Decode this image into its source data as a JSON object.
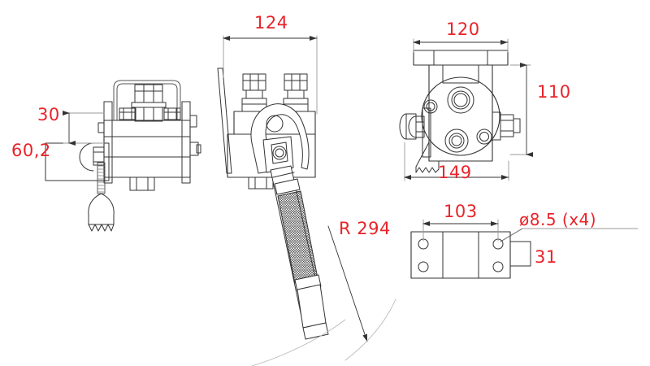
{
  "drawing": {
    "title": "Mechanical clamp / rail brake assembly orthographic drawing",
    "background_color": "#ffffff",
    "line_color": "#333333",
    "dimension_color": "#e8242a",
    "units": "mm"
  },
  "views": [
    {
      "name": "front-view",
      "label": "Front view of clamp body with threaded rod and break-line"
    },
    {
      "name": "side-view",
      "label": "Side view with hook claw and knurled operating handle"
    },
    {
      "name": "end-view",
      "label": "End view showing circular housing with bores"
    },
    {
      "name": "plan-view",
      "label": "Plan view of mounting plate with four holes"
    }
  ],
  "dimensions": {
    "d30": "30",
    "d60_2": "60,2",
    "d124": "124",
    "d120": "120",
    "d110": "110",
    "d149": "149",
    "r294": "R 294",
    "d103": "103",
    "dia8_5": "ø8.5  (x4)",
    "d31": "31"
  },
  "chart_data": {
    "type": "table",
    "title": "Dimension callouts (mm)",
    "categories": [
      "30",
      "60,2",
      "124",
      "120",
      "110",
      "149",
      "R 294",
      "103",
      "ø8.5 (x4)",
      "31"
    ],
    "values": [
      30,
      60.2,
      124,
      120,
      110,
      149,
      294,
      103,
      8.5,
      31
    ]
  }
}
